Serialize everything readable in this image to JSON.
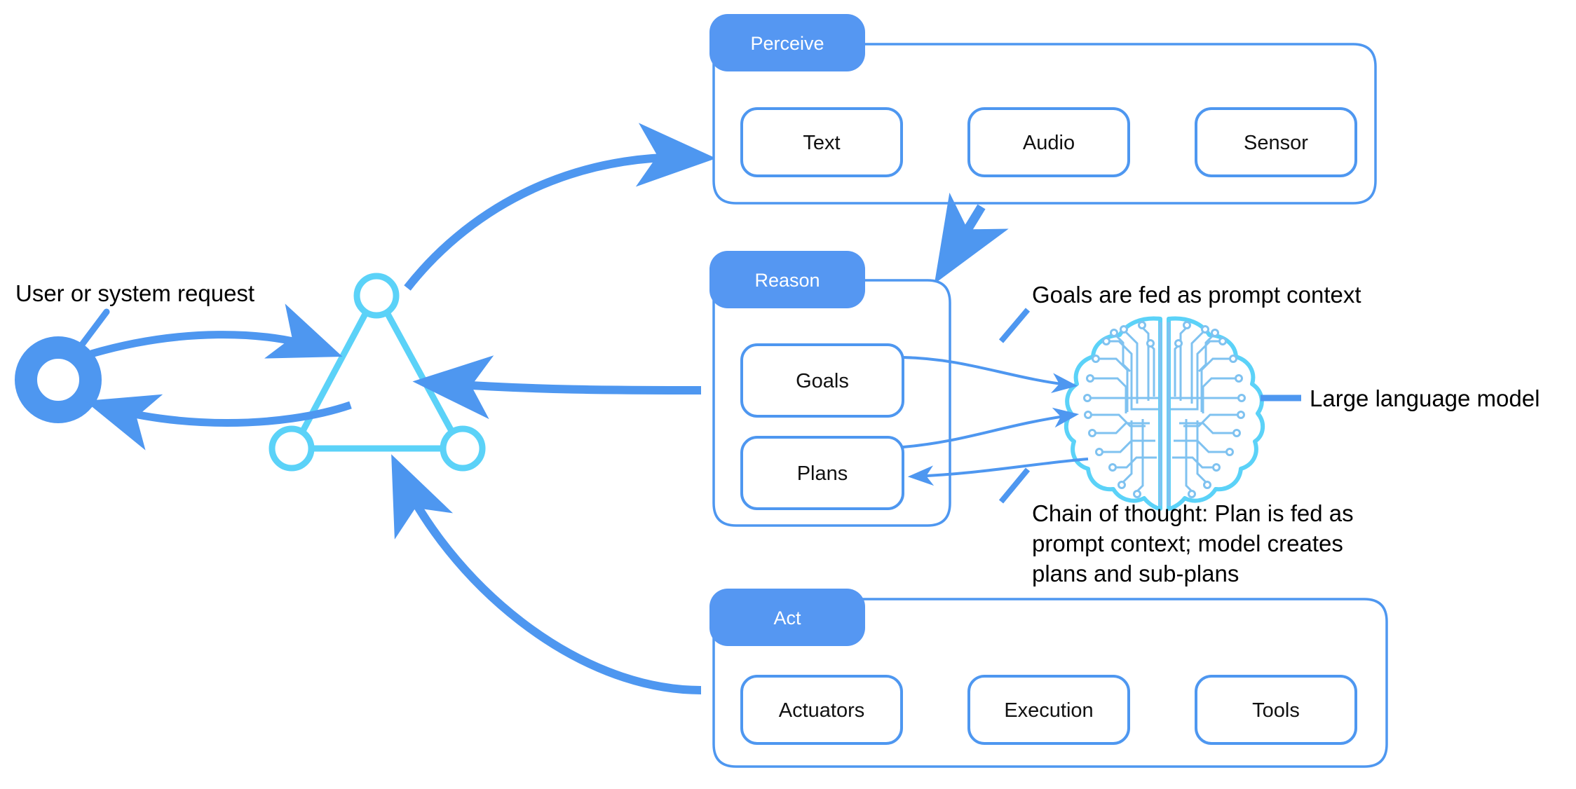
{
  "colors": {
    "primary_blue": "#4e97f0",
    "header_fill": "#5597f2",
    "outline_blue": "#4e97f0",
    "triangle_cyan": "#5bd2f8",
    "brain_outline": "#5bd2f8",
    "brain_trace": "#7fc2f0",
    "text_black": "#000000",
    "header_text": "#ffffff",
    "background": "#ffffff"
  },
  "left": {
    "request_label": "User or system request",
    "request_icon": "donut-ring-icon",
    "agent_icon": "triangle-nodes-icon",
    "outbound_arrow": "request-to-agent-arrow",
    "inbound_arrow": "agent-to-request-arrow"
  },
  "stages": [
    {
      "id": "perceive",
      "header": "Perceive",
      "chips": [
        "Text",
        "Audio",
        "Sensor"
      ]
    },
    {
      "id": "reason",
      "header": "Reason",
      "chips": [
        "Goals",
        "Plans"
      ]
    },
    {
      "id": "act",
      "header": "Act",
      "chips": [
        "Actuators",
        "Execution",
        "Tools"
      ]
    }
  ],
  "annotations": {
    "goals_prompt": "Goals are fed as prompt context",
    "llm_label": "Large language model",
    "chain_of_thought": [
      "Chain of thought: Plan is fed as",
      "prompt context; model creates",
      "plans and sub-plans"
    ]
  },
  "icons": {
    "brain": "brain-circuit-icon",
    "llm_leader": "llm-leader-line",
    "goals_leader": "goals-leader-line",
    "cot_leader": "chain-of-thought-leader-line",
    "request_leader": "request-leader-line"
  },
  "flows": [
    {
      "name": "perceive-to-reason-arrow"
    },
    {
      "name": "agent-to-perceive-arrow"
    },
    {
      "name": "reason-to-agent-arrow"
    },
    {
      "name": "act-to-agent-arrow"
    },
    {
      "name": "goals-to-llm-arrow"
    },
    {
      "name": "plans-to-llm-arrow"
    },
    {
      "name": "llm-to-plans-arrow"
    }
  ]
}
